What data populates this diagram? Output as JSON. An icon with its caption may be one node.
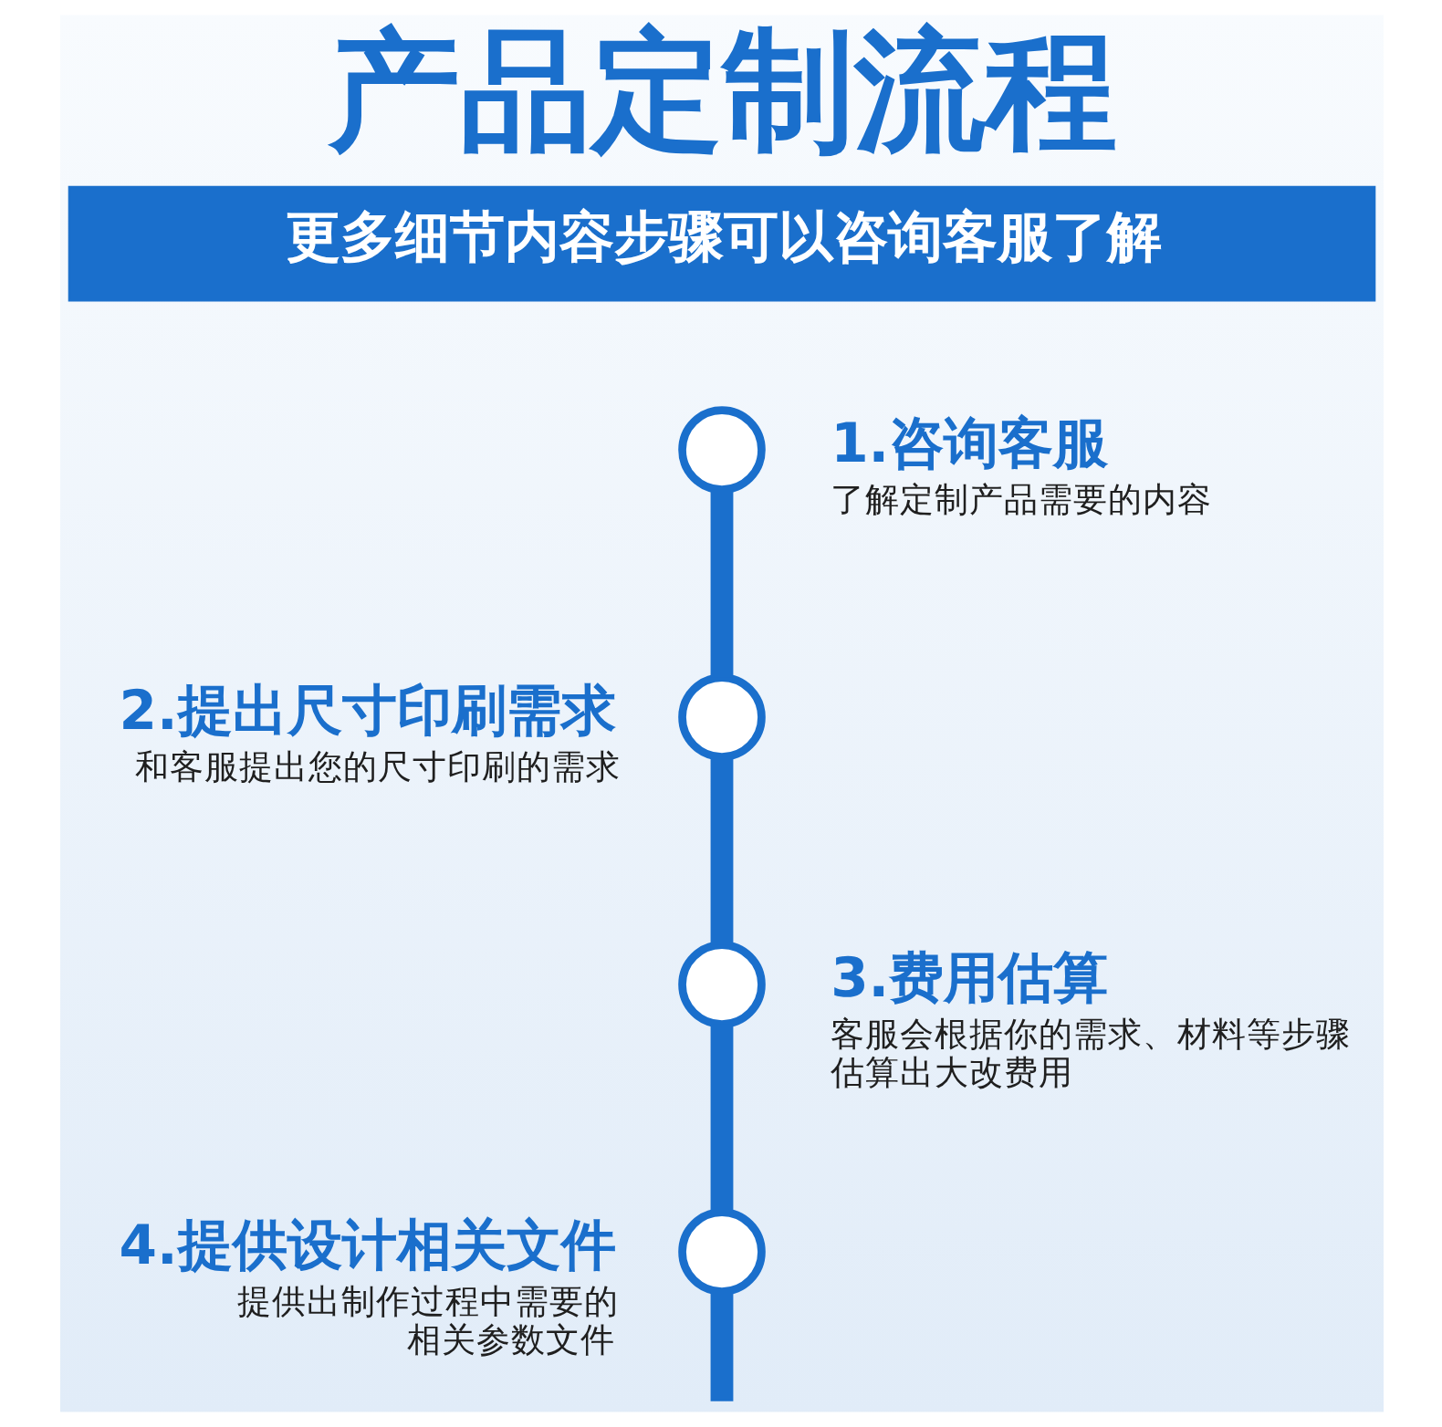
{
  "diagram": {
    "title": "产品定制流程",
    "nodes": [
      {
        "text": [
          "更多细节内容步骤可以咨询客服了解"
        ]
      },
      {
        "text": [],
        "shape": "circle",
        "beside": [
          "1.咨询客服",
          "了解定制产品需要的内容"
        ]
      },
      {
        "text": [],
        "shape": "circle",
        "beside": [
          "2.提出尺寸印刷需求",
          "和客服提出您的尺寸印刷的需求"
        ]
      },
      {
        "text": [],
        "shape": "circle",
        "beside": [
          "3.费用估算",
          "客服会根据你的需求、材料等步骤估算出大改费用"
        ]
      },
      {
        "text": [],
        "shape": "circle",
        "beside": [
          "4.提供设计相关文件",
          "提供出制作过程中需要的相关参数文件"
        ]
      }
    ],
    "edges": [
      {
        "from": 1,
        "to": 2,
        "arrow": "none"
      },
      {
        "from": 2,
        "to": 3,
        "arrow": "none"
      },
      {
        "from": 3,
        "to": 4,
        "arrow": "none"
      },
      {
        "from": 4,
        "to": null,
        "arrow": "none"
      }
    ]
  }
}
